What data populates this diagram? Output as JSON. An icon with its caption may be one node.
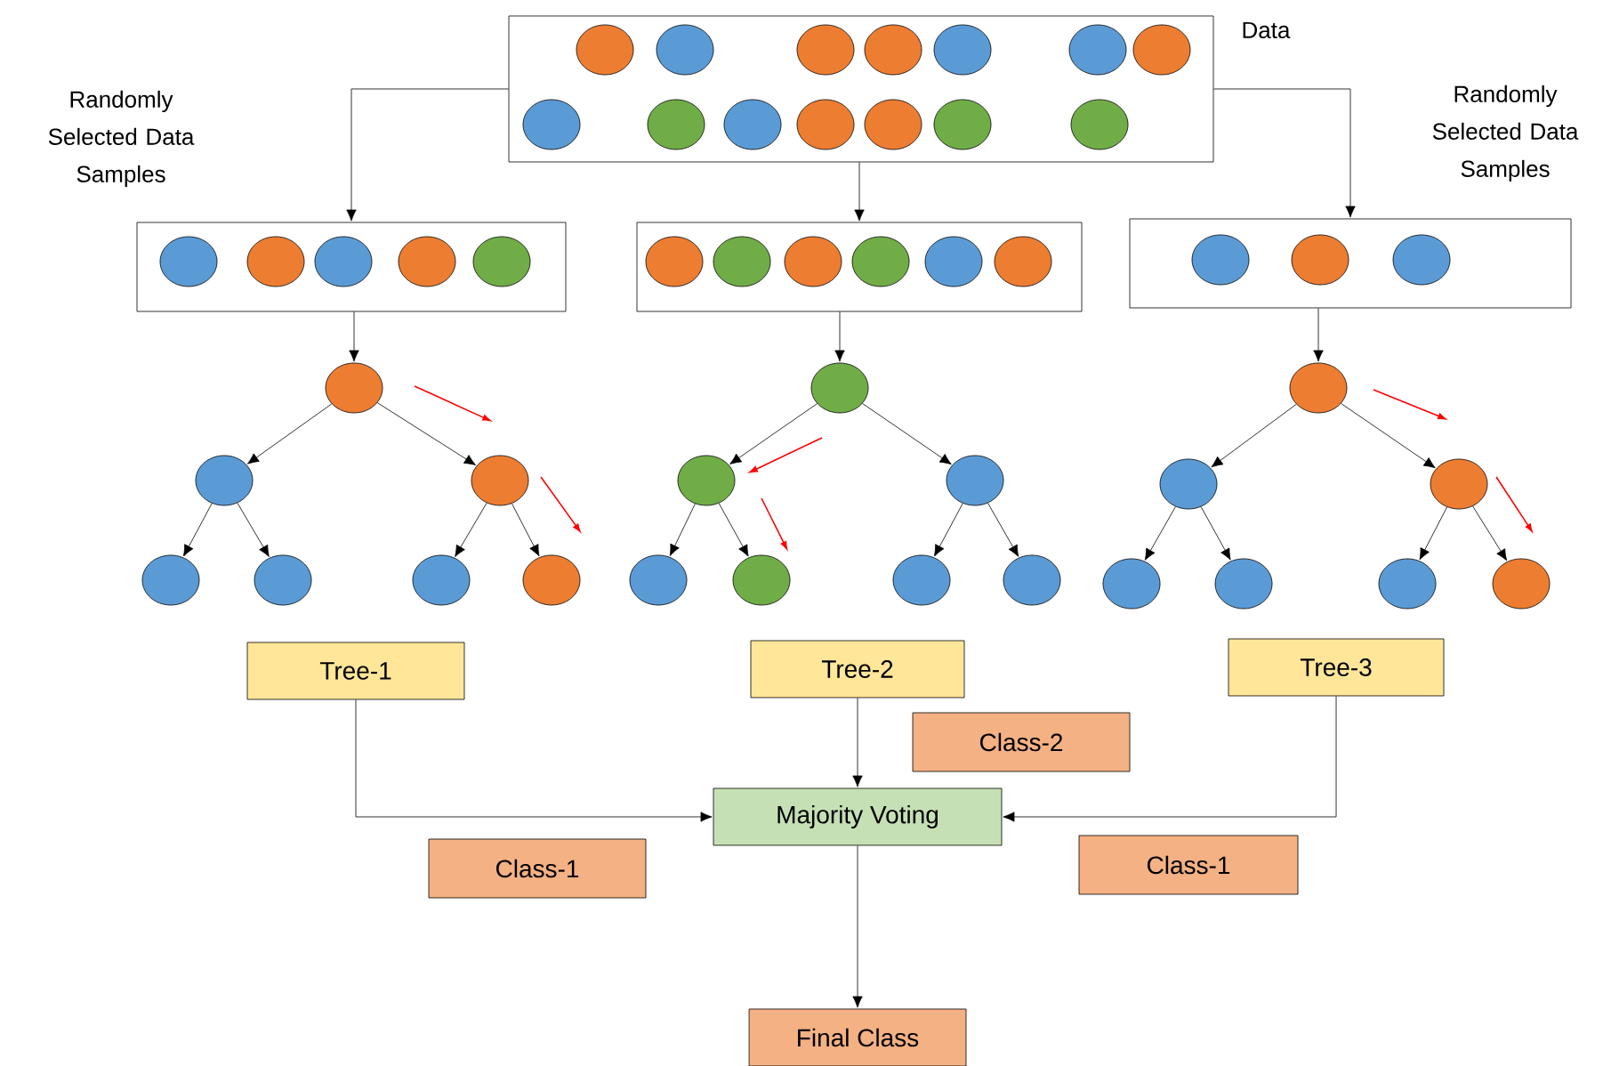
{
  "diagram": {
    "nodes": [
      {
        "text": [],
        "shape": "box",
        "beside": [
          "Data"
        ]
      },
      {
        "text": [],
        "shape": "circle",
        "in": 0
      },
      {
        "text": [],
        "shape": "circle",
        "in": 0
      },
      {
        "text": [],
        "shape": "circle",
        "in": 0
      },
      {
        "text": [],
        "shape": "circle",
        "in": 0
      },
      {
        "text": [],
        "shape": "circle",
        "in": 0
      },
      {
        "text": [],
        "shape": "circle",
        "in": 0
      },
      {
        "text": [],
        "shape": "circle",
        "in": 0
      },
      {
        "text": [],
        "shape": "circle",
        "in": 0
      },
      {
        "text": [],
        "shape": "circle",
        "in": 0
      },
      {
        "text": [],
        "shape": "circle",
        "in": 0
      },
      {
        "text": [],
        "shape": "circle",
        "in": 0
      },
      {
        "text": [],
        "shape": "circle",
        "in": 0
      },
      {
        "text": [],
        "shape": "circle",
        "in": 0
      },
      {
        "text": [],
        "shape": "circle",
        "in": 0
      },
      {
        "text": [],
        "shape": "box"
      },
      {
        "text": [],
        "shape": "circle",
        "in": 15
      },
      {
        "text": [],
        "shape": "circle",
        "in": 15
      },
      {
        "text": [],
        "shape": "circle",
        "in": 15
      },
      {
        "text": [],
        "shape": "circle",
        "in": 15
      },
      {
        "text": [],
        "shape": "circle",
        "in": 15
      },
      {
        "text": [],
        "shape": "box"
      },
      {
        "text": [],
        "shape": "circle",
        "in": 21
      },
      {
        "text": [],
        "shape": "circle",
        "in": 21
      },
      {
        "text": [],
        "shape": "circle",
        "in": 21
      },
      {
        "text": [],
        "shape": "circle",
        "in": 21
      },
      {
        "text": [],
        "shape": "circle",
        "in": 21
      },
      {
        "text": [],
        "shape": "circle",
        "in": 21
      },
      {
        "text": [],
        "shape": "box"
      },
      {
        "text": [],
        "shape": "circle",
        "in": 28
      },
      {
        "text": [],
        "shape": "circle",
        "in": 28
      },
      {
        "text": [],
        "shape": "circle",
        "in": 28
      },
      {
        "text": [],
        "shape": "circle"
      },
      {
        "text": [],
        "shape": "circle"
      },
      {
        "text": [],
        "shape": "circle"
      },
      {
        "text": [],
        "shape": "circle"
      },
      {
        "text": [],
        "shape": "circle"
      },
      {
        "text": [],
        "shape": "circle"
      },
      {
        "text": [],
        "shape": "circle"
      },
      {
        "text": [],
        "shape": "circle"
      },
      {
        "text": [],
        "shape": "circle"
      },
      {
        "text": [],
        "shape": "circle"
      },
      {
        "text": [],
        "shape": "circle"
      },
      {
        "text": [],
        "shape": "circle"
      },
      {
        "text": [],
        "shape": "circle"
      },
      {
        "text": [],
        "shape": "circle"
      },
      {
        "text": [],
        "shape": "circle"
      },
      {
        "text": [],
        "shape": "circle"
      },
      {
        "text": [],
        "shape": "circle"
      },
      {
        "text": [],
        "shape": "circle"
      },
      {
        "text": [],
        "shape": "circle"
      },
      {
        "text": [],
        "shape": "circle"
      },
      {
        "text": [],
        "shape": "circle"
      },
      {
        "text": [
          "Tree-1"
        ]
      },
      {
        "text": [
          "Tree-2"
        ]
      },
      {
        "text": [
          "Tree-3"
        ]
      },
      {
        "text": [
          "Class-2"
        ]
      },
      {
        "text": [
          "Majority Voting"
        ]
      },
      {
        "text": [
          "Class-1"
        ]
      },
      {
        "text": [
          "Class-1"
        ]
      },
      {
        "text": [
          "Final Class"
        ]
      }
    ],
    "edges": [
      {
        "from": 0,
        "to": 15,
        "arrow": "to"
      },
      {
        "from": 0,
        "to": 21,
        "arrow": "to"
      },
      {
        "from": 0,
        "to": 28,
        "arrow": "to"
      },
      {
        "from": 15,
        "to": 32,
        "arrow": "to"
      },
      {
        "from": 21,
        "to": 39,
        "arrow": "to"
      },
      {
        "from": 28,
        "to": 46,
        "arrow": "to"
      },
      {
        "from": 32,
        "to": 33,
        "arrow": "to"
      },
      {
        "from": 32,
        "to": 34,
        "arrow": "to"
      },
      {
        "from": 33,
        "to": 35,
        "arrow": "to"
      },
      {
        "from": 33,
        "to": 36,
        "arrow": "to"
      },
      {
        "from": 34,
        "to": 37,
        "arrow": "to"
      },
      {
        "from": 34,
        "to": 38,
        "arrow": "to"
      },
      {
        "from": 39,
        "to": 40,
        "arrow": "to"
      },
      {
        "from": 39,
        "to": 41,
        "arrow": "to"
      },
      {
        "from": 40,
        "to": 42,
        "arrow": "to"
      },
      {
        "from": 40,
        "to": 43,
        "arrow": "to"
      },
      {
        "from": 41,
        "to": 44,
        "arrow": "to"
      },
      {
        "from": 41,
        "to": 45,
        "arrow": "to"
      },
      {
        "from": 46,
        "to": 47,
        "arrow": "to"
      },
      {
        "from": 46,
        "to": 48,
        "arrow": "to"
      },
      {
        "from": 47,
        "to": 49,
        "arrow": "to"
      },
      {
        "from": 47,
        "to": 50,
        "arrow": "to"
      },
      {
        "from": 48,
        "to": 51,
        "arrow": "to"
      },
      {
        "from": 48,
        "to": 52,
        "arrow": "to"
      },
      {
        "from": 53,
        "to": 57,
        "arrow": "to"
      },
      {
        "from": 54,
        "to": 57,
        "arrow": "to"
      },
      {
        "from": 55,
        "to": 57,
        "arrow": "to"
      },
      {
        "from": 57,
        "to": 60,
        "arrow": "to"
      }
    ],
    "labels": [
      "Randomly Selected Data Samples",
      "Randomly Selected Data Samples"
    ]
  }
}
